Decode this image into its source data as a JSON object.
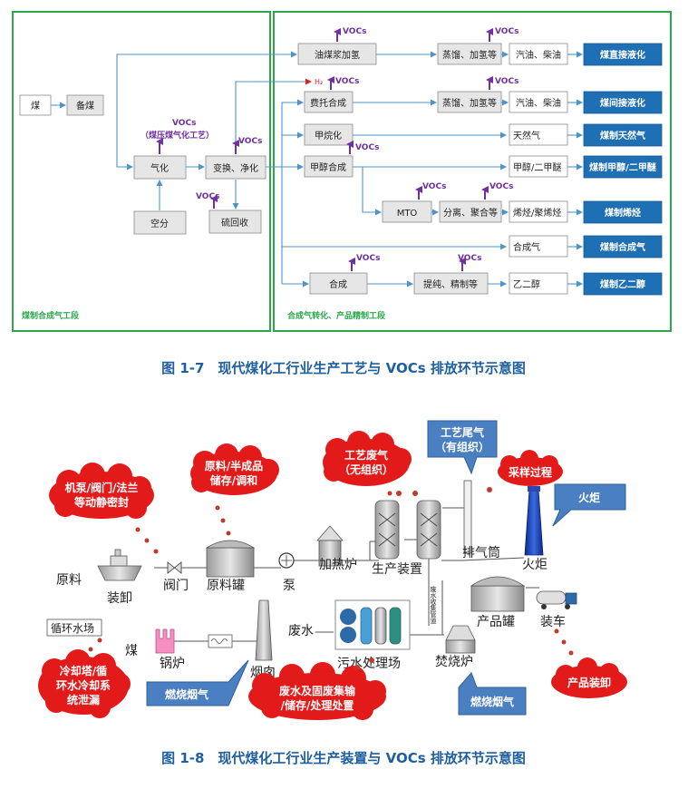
{
  "fig1": {
    "caption": "图 1-7　现代煤化工行业生产工艺与 VOCs 排放环节示意图",
    "section_left": "煤制合成气工段",
    "section_right": "合成气转化、产品精制工段",
    "voc": "VOCs",
    "h2": "H₂",
    "gasify_note": "（煤压煤气化工艺）",
    "nodes": {
      "coal": "煤",
      "prep": "备煤",
      "gasify": "气化",
      "airsep": "空分",
      "shift": "变换、净化",
      "sulfur": "硫回收",
      "slurry": "油煤浆加氢",
      "ft": "费托合成",
      "methan": "甲烷化",
      "methanol": "甲醇合成",
      "mto": "MTO",
      "synth": "合成",
      "dist1": "蒸馏、加氢等",
      "dist2": "蒸馏、加氢等",
      "sep": "分离、聚合等",
      "purify": "提纯、精制等",
      "gas1": "汽油、柴油",
      "gas2": "汽油、柴油",
      "ng": "天然气",
      "meoh": "甲醇/二甲醚",
      "olefin": "烯烃/聚烯烃",
      "syngas": "合成气",
      "eg": "乙二醇",
      "out1": "煤直接液化",
      "out2": "煤间接液化",
      "out3": "煤制天然气",
      "out4": "煤制甲醇/二甲醚",
      "out5": "煤制烯烃",
      "out6": "煤制合成气",
      "out7": "煤制乙二醇"
    }
  },
  "fig2": {
    "caption": "图 1-8　现代煤化工行业生产装置与 VOCs 排放环节示意图",
    "equipment": {
      "raw": "原料",
      "unload": "装卸",
      "valve": "阀门",
      "tank": "原料罐",
      "pump": "泵",
      "heater": "加热炉",
      "unit": "生产装置",
      "stack": "排气筒",
      "flare": "火炬",
      "product_tank": "产品罐",
      "loading": "装车",
      "wastewater": "废水",
      "treatment": "污水处理场",
      "incinerator": "焚烧炉",
      "coal": "煤",
      "boiler": "锅炉",
      "chimney": "烟囱",
      "cooling": "循环水场",
      "collect": "废水收集管道"
    },
    "clouds": {
      "seal": [
        "机泵/阀门/法兰",
        "等动静密封"
      ],
      "storage": [
        "原料/半成品",
        "储存/调和"
      ],
      "process": [
        "工艺废气",
        "（无组织）"
      ],
      "sampling": "采样过程",
      "cooling_leak": [
        "冷却塔/循",
        "环水冷却系",
        "统泄漏"
      ],
      "waste": [
        "废水及固废集输",
        "/储存/处理处置"
      ],
      "product_load": "产品装卸"
    },
    "callouts": {
      "tail_gas": [
        "工艺尾气",
        "（有组织）"
      ],
      "flare": "火炬",
      "flue1": "燃烧烟气",
      "flue2": "燃烧烟气"
    }
  },
  "colors": {
    "green": "#2aa84a",
    "blue": "#1f6fb4",
    "purple": "#7030a0",
    "red": "#e02020",
    "cloud_red": "#e31a1a",
    "callout_blue": "#4a7fc1"
  }
}
